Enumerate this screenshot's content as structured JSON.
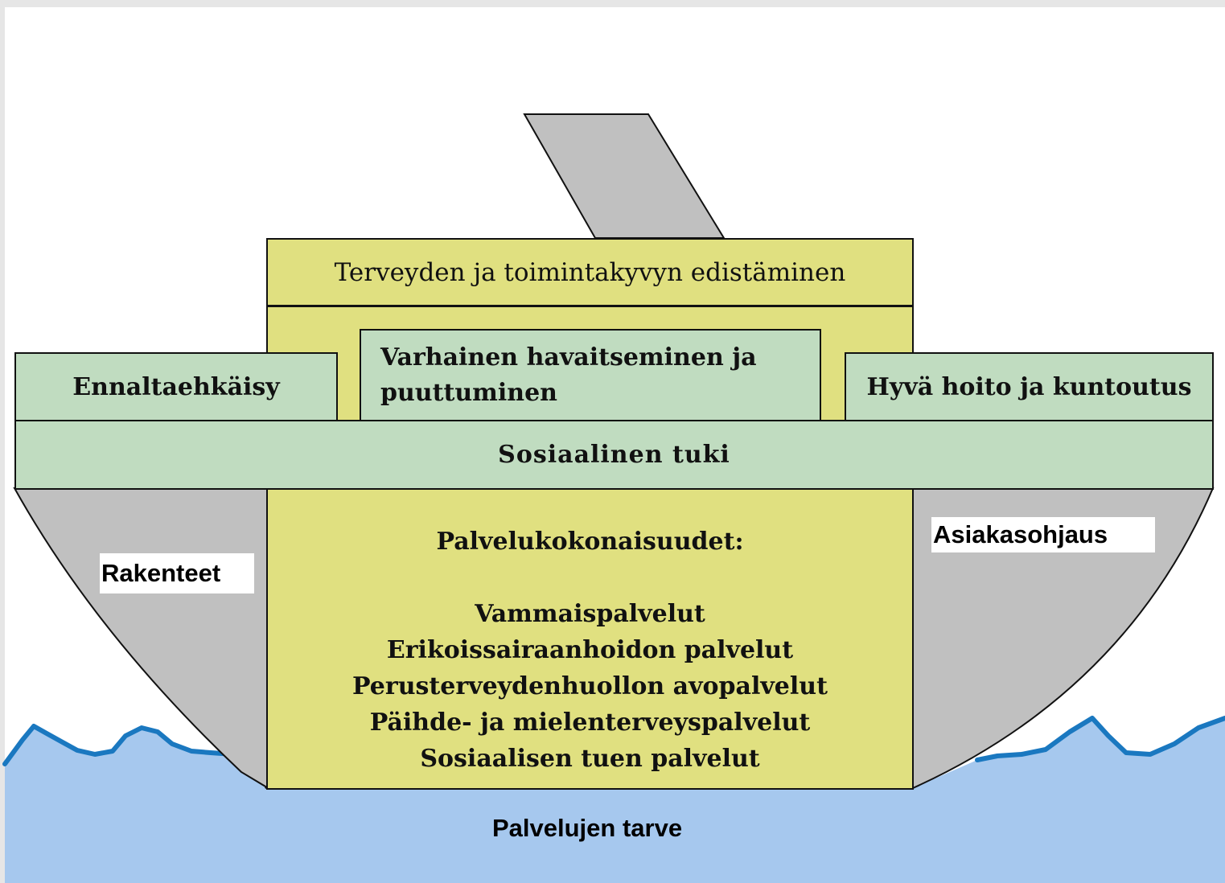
{
  "top_block": {
    "title": "Terveyden ja toimintakyvyn edistäminen"
  },
  "deck": {
    "left": "Ennaltaehkäisy",
    "center": "Varhainen havaitseminen ja puuttuminen",
    "right": "Hyvä hoito ja kuntoutus",
    "band": "Sosiaalinen tuki"
  },
  "hull": {
    "left_label": "Rakenteet",
    "right_label": "Asiakasohjaus",
    "center_heading": "Palvelukokonaisuudet:",
    "services": [
      "Vammaispalvelut",
      "Erikoissairaanhoidon palvelut",
      "Perusterveydenhuollon avopalvelut",
      "Päihde- ja mielenterveyspalvelut",
      "Sosiaalisen tuen palvelut"
    ]
  },
  "water": {
    "label": "Palvelujen tarve"
  },
  "colors": {
    "water": "#a6c8ee",
    "wave_line": "#1a78c0",
    "hull_gray": "#c0c0c0",
    "yellow": "#e0e080",
    "green": "#c0dcc0"
  }
}
